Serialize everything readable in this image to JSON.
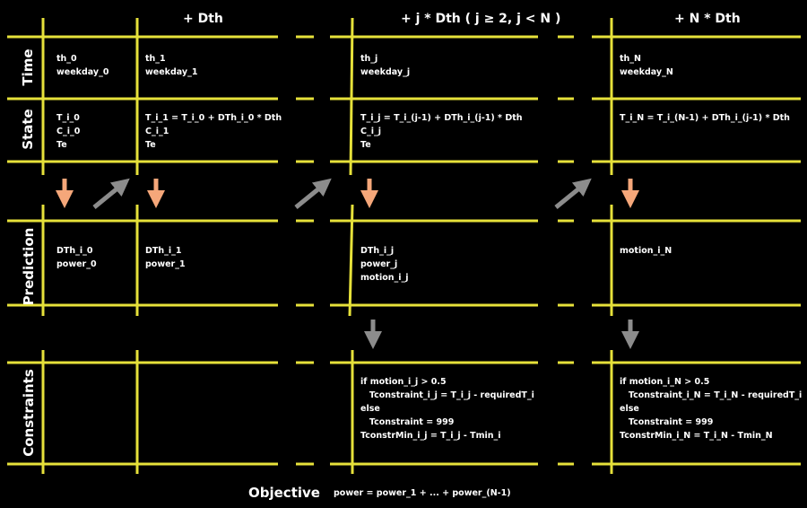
{
  "headers": {
    "col1": "+ Dth",
    "col2": "+ j * Dth    ( j ≥ 2, j < N )",
    "col3": "+ N * Dth"
  },
  "rows": {
    "time": "Time",
    "state": "State",
    "prediction": "Prediction",
    "constraints": "Constraints"
  },
  "cells": {
    "time_0": "th_0\nweekday_0",
    "time_1": "th_1\nweekday_1",
    "time_j": "th_j\nweekday_j",
    "time_N": "th_N\nweekday_N",
    "state_0": "T_i_0\nC_i_0\nTe",
    "state_1": "T_i_1 = T_i_0 + DTh_i_0 * Dth\nC_i_1\nTe",
    "state_j": "T_i_j = T_i_(j-1) + DTh_i_(j-1) * Dth\nC_i_j\nTe",
    "state_N": "T_i_N = T_i_(N-1) + DTh_i_(j-1) * Dth",
    "pred_0": "DTh_i_0\npower_0",
    "pred_1": "DTh_i_1\npower_1",
    "pred_j": "DTh_i_j\npower_j\nmotion_i_j",
    "pred_N": "motion_i_N",
    "cons_j": "if motion_i_j > 0.5\n   Tconstraint_i_j = T_i_j - requiredT_i\nelse\n   Tconstraint = 999\nTconstrMin_i_j = T_i_j - Tmin_i",
    "cons_N": "if motion_i_N > 0.5\n   Tconstraint_i_N = T_i_N - requiredT_i\nelse\n   Tconstraint = 999\nTconstrMin_i_N = T_i_N - Tmin_N"
  },
  "objective": {
    "label": "Objective",
    "text": "power = power_1 + ... + power_(N-1)"
  },
  "colors": {
    "background": "#000000",
    "grid_line": "#e6e13a",
    "arrow_down_state": "#f5a77a",
    "arrow_diag": "#8c8c8c",
    "arrow_down_pred": "#8c8c8c",
    "text": "#ffffff"
  }
}
